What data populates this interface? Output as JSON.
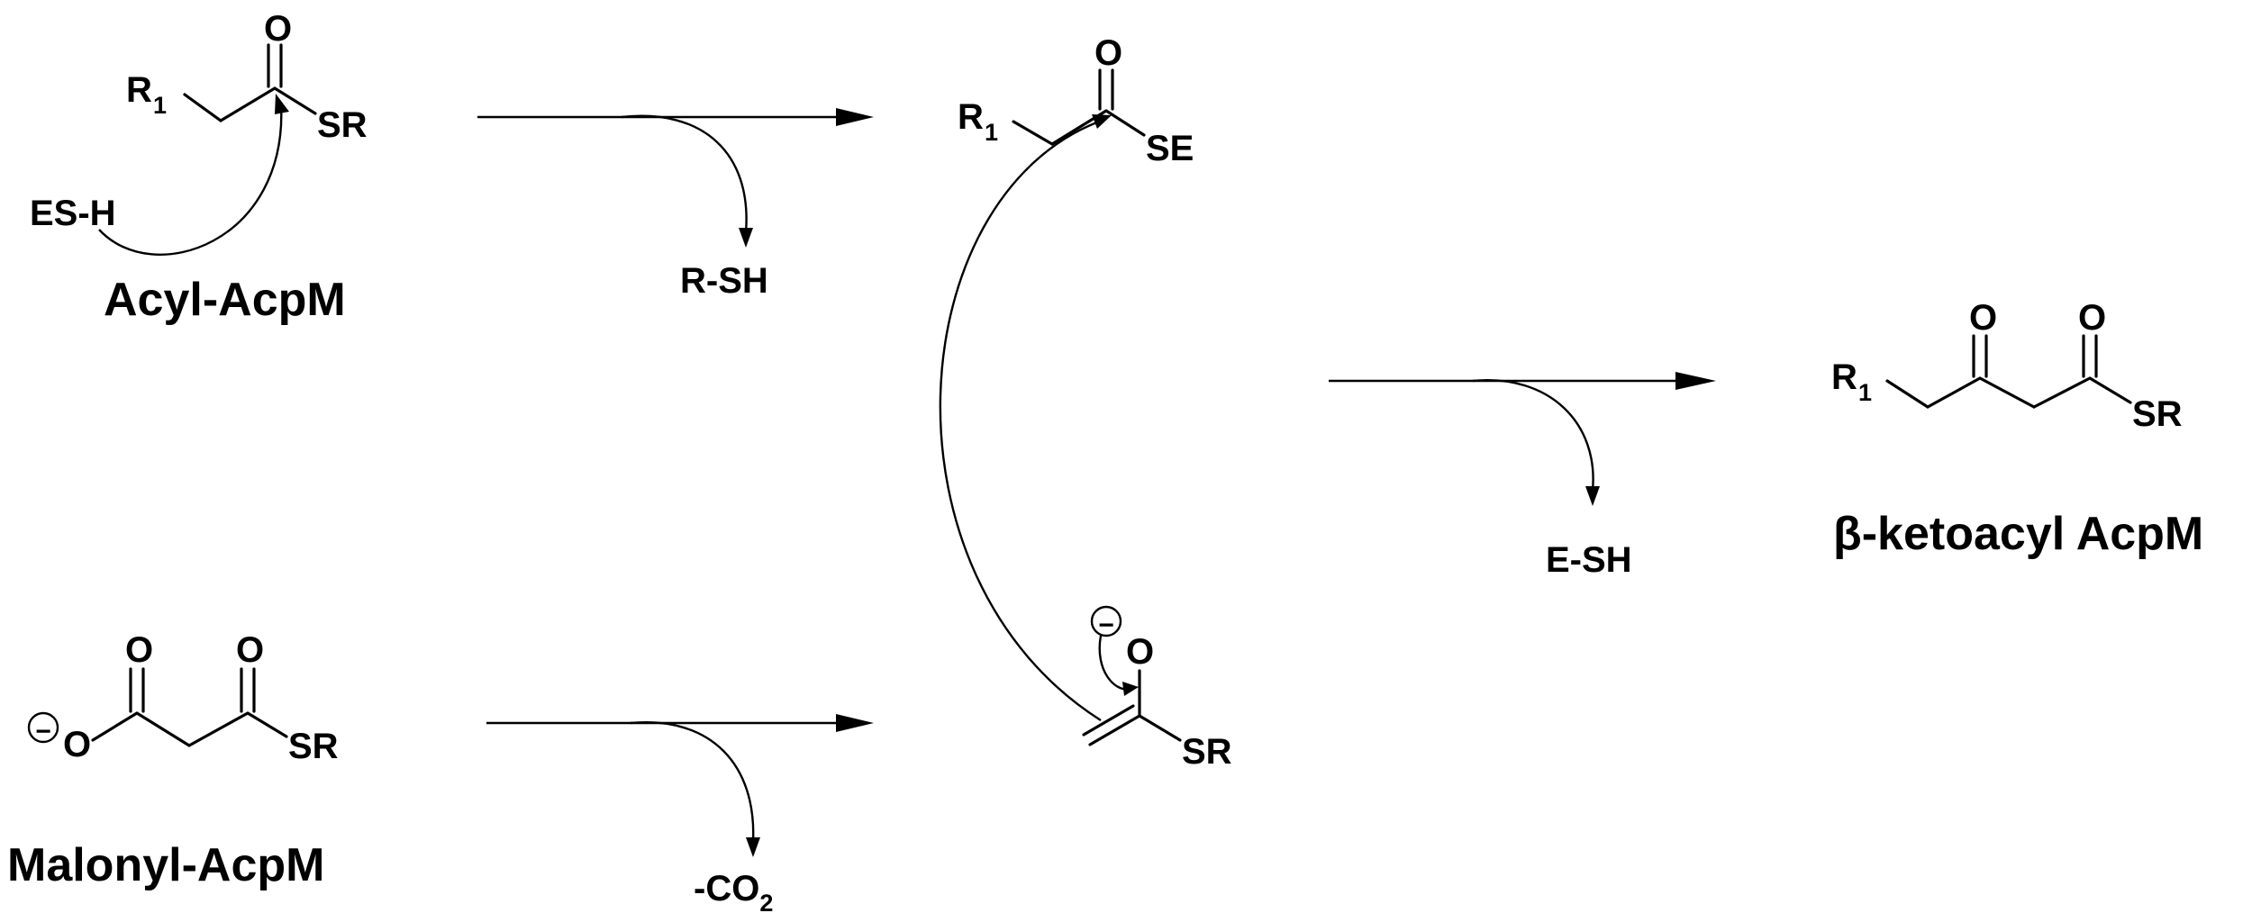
{
  "acyl_acpm": {
    "r_group": "R",
    "r_subscript": "1",
    "carbonyl_o": "O",
    "thioester": "SR",
    "nucleophile": "ES-H",
    "name": "Acyl-AcpM"
  },
  "step1": {
    "byproduct": "R-SH"
  },
  "acyl_enzyme": {
    "r_group": "R",
    "r_subscript": "1",
    "carbonyl_o": "O",
    "thioester": "SE"
  },
  "malonyl_acpm": {
    "carboxylate_o": "O",
    "acid_o": "O",
    "keto_o": "O",
    "thioester": "SR",
    "name": "Malonyl-AcpM"
  },
  "step2": {
    "byproduct_prefix": "-CO",
    "byproduct_subscript": "2"
  },
  "enolate": {
    "o": "O",
    "thioester": "SR"
  },
  "step3": {
    "byproduct": "E-SH"
  },
  "product": {
    "r_group": "R",
    "r_subscript": "1",
    "keto_o": "O",
    "thioester_o": "O",
    "thioester": "SR",
    "name": "β-ketoacyl AcpM"
  },
  "charge_symbol": "−"
}
